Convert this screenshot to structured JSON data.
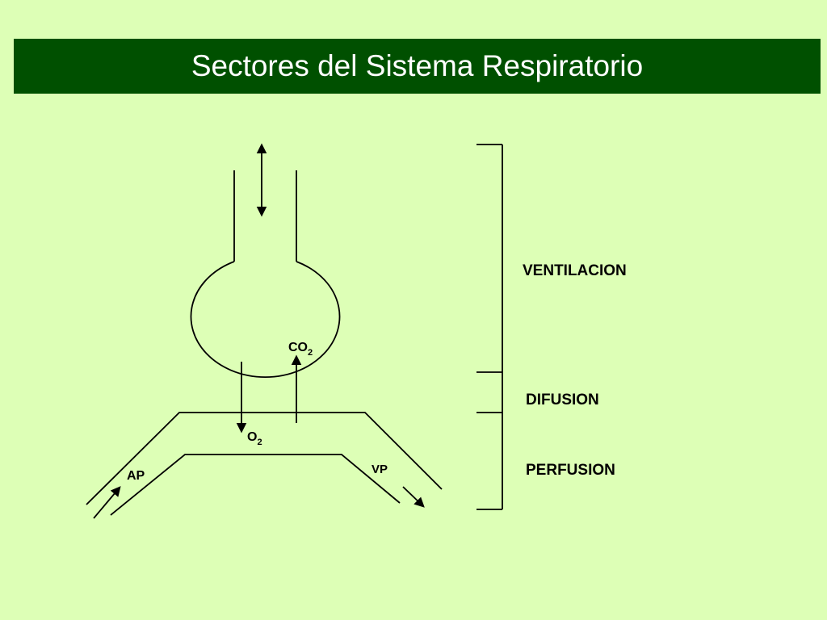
{
  "title": "Sectores del Sistema Respiratorio",
  "colors": {
    "background": "#ddffb6",
    "title_bar": "#005000",
    "title_text": "#ffffff",
    "lines": "#000000"
  },
  "labels": {
    "co2_main": "CO",
    "co2_sub": "2",
    "o2_main": "O",
    "o2_sub": "2",
    "ap": "AP",
    "vp": "VP"
  },
  "sectors": {
    "ventilacion": "VENTILACION",
    "difusion": "DIFUSION",
    "perfusion": "PERFUSION"
  }
}
